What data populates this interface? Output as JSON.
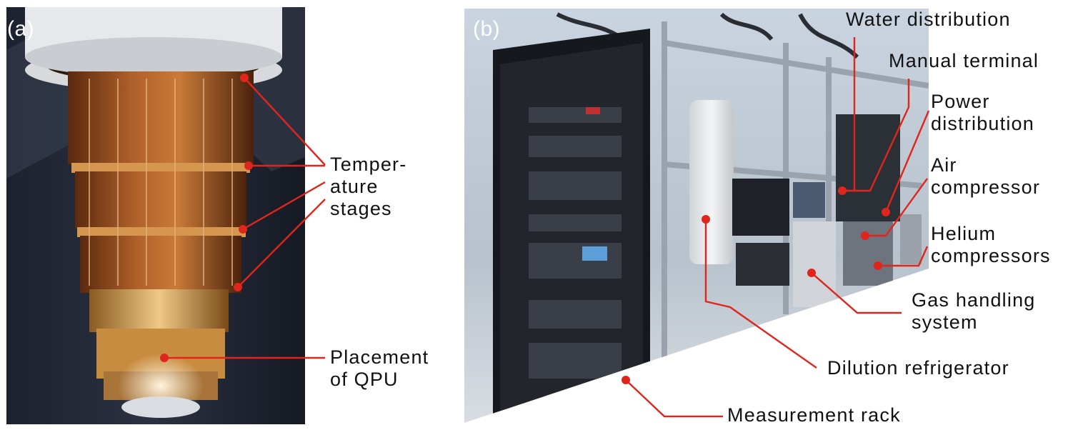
{
  "panel_a": {
    "tag": "(a)",
    "labels": {
      "temperature_stages": "Temper-\nature\nstages",
      "qpu": "Placement\nof QPU"
    }
  },
  "panel_b": {
    "tag": "(b)",
    "labels": {
      "water": "Water distribution",
      "manual": "Manual terminal",
      "power": "Power\ndistribution",
      "air": "Air\ncompressor",
      "helium": "Helium\ncompressors",
      "gas": "Gas handling\nsystem",
      "dilution": "Dilution refrigerator",
      "rack": "Measurement rack"
    }
  },
  "colors": {
    "callout": "#e0261c"
  }
}
